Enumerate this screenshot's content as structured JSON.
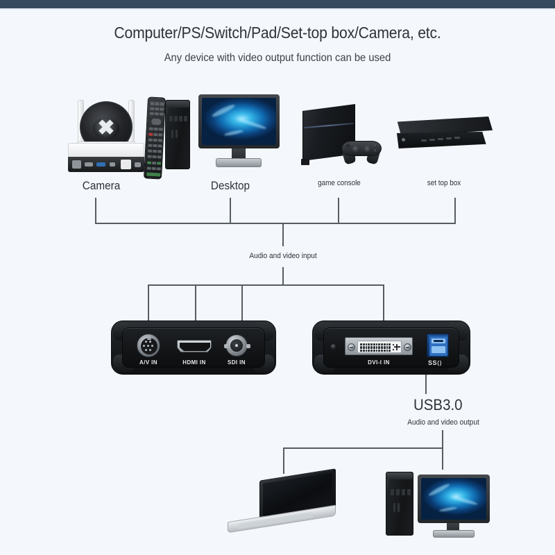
{
  "page": {
    "background_color": "#f4f7fb",
    "topbar_color": "#34495e",
    "text_color": "#2d3338"
  },
  "header": {
    "title": "Computer/PS/Switch/Pad/Set-top box/Camera, etc.",
    "subtitle": "Any device with video output function can be used"
  },
  "sources": [
    {
      "id": "camera",
      "label": "Camera",
      "size": "big"
    },
    {
      "id": "desktop",
      "label": "Desktop",
      "size": "big"
    },
    {
      "id": "game-console",
      "label": "game console",
      "size": "small"
    },
    {
      "id": "set-top-box",
      "label": "set top box",
      "size": "small"
    }
  ],
  "wiring": {
    "input_label": "Audio and video input",
    "output_label": "Audio and video output",
    "line_color": "#555d63"
  },
  "capture_devices": [
    {
      "id": "capture-left",
      "ports": [
        {
          "id": "av-in",
          "label": "A/V IN"
        },
        {
          "id": "hdmi-in",
          "label": "HDMI IN"
        },
        {
          "id": "sdi-in",
          "label": "SDI IN"
        }
      ]
    },
    {
      "id": "capture-right",
      "ports": [
        {
          "id": "dvi-i-in",
          "label": "DVI-I IN"
        },
        {
          "id": "usb3-out",
          "label": "SS"
        }
      ]
    }
  ],
  "usb_callout": {
    "title": "USB3.0",
    "subtitle": "Audio and video output"
  },
  "outputs": [
    {
      "id": "laptop",
      "label": ""
    },
    {
      "id": "desktop-pc",
      "label": ""
    }
  ]
}
